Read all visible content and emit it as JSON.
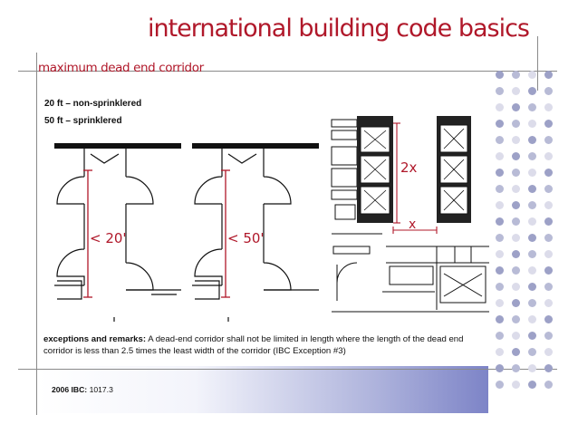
{
  "slide": {
    "title": "international building code basics",
    "subtitle": "maximum dead end corridor",
    "line1": "20 ft – non-sprinklered",
    "line2": "50 ft – sprinklered",
    "figures": {
      "fig1_label": "< 20'",
      "fig2_label": "< 50'",
      "fig3_label_2x": "2x",
      "fig3_label_x": "x"
    },
    "remarks_label": "exceptions and remarks:",
    "remarks_text": "A dead-end corridor shall not be limited in length where the length of the dead end corridor is less than 2.5 times the least width of the corridor (IBC Exception #3)",
    "footer_label": "2006 IBC:",
    "footer_value": "1017.3"
  },
  "colors": {
    "accent_red": "#b0182a",
    "dot_light": "#dcdcea",
    "dot_mid": "#b8bbd6",
    "dot_dark": "#9da1c7"
  }
}
